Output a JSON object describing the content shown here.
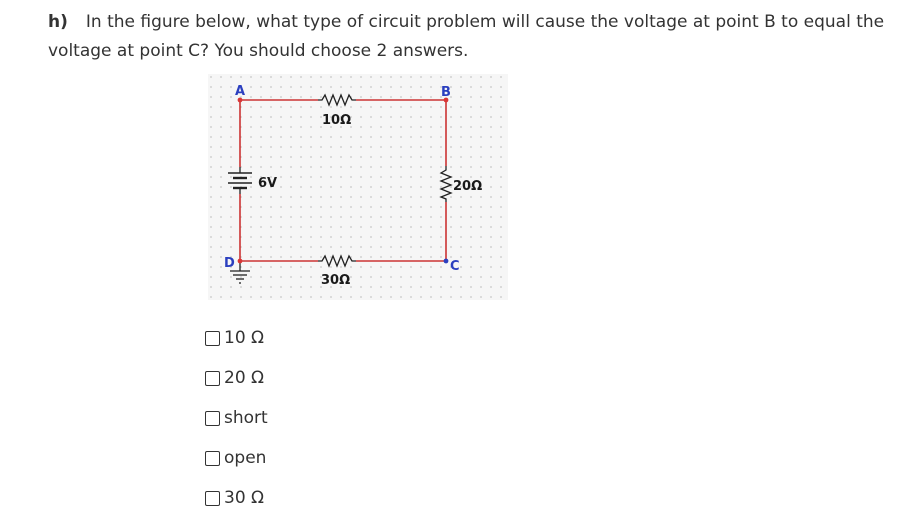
{
  "question": {
    "number": "h)",
    "text": "In the figure below, what type of circuit problem will cause the voltage at point B to equal the voltage at point C? You should choose 2 answers."
  },
  "circuit": {
    "points": {
      "a": "A",
      "b": "B",
      "c": "C",
      "d": "D"
    },
    "labels": {
      "r_top": "10Ω",
      "r_right": "20Ω",
      "r_bottom": "30Ω",
      "battery": "6V"
    },
    "colors": {
      "wire": "#cc3333",
      "node": "#d93636",
      "component": "#222222",
      "point_label": "#2b3fbf"
    }
  },
  "options": [
    {
      "label": "10 Ω",
      "checked": false
    },
    {
      "label": "20 Ω",
      "checked": false
    },
    {
      "label": "short",
      "checked": false
    },
    {
      "label": "open",
      "checked": false
    },
    {
      "label": "30 Ω",
      "checked": false
    }
  ]
}
